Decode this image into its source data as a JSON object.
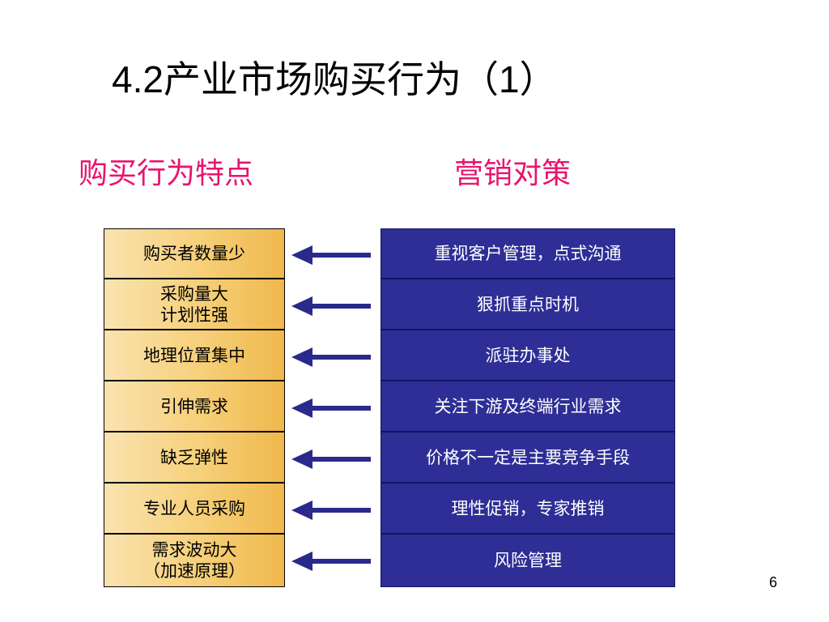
{
  "slide": {
    "title": "4.2产业市场购买行为（1）",
    "left_heading": "购买行为特点",
    "right_heading": "营销对策",
    "page_number": "6"
  },
  "rows": [
    {
      "feature": "购买者数量少",
      "strategy": "重视客户管理，点式沟通"
    },
    {
      "feature": "采购量大\n计划性强",
      "strategy": "狠抓重点时机"
    },
    {
      "feature": "地理位置集中",
      "strategy": "派驻办事处"
    },
    {
      "feature": "引伸需求",
      "strategy": "关注下游及终端行业需求"
    },
    {
      "feature": "缺乏弹性",
      "strategy": "价格不一定是主要竞争手段"
    },
    {
      "feature": "专业人员采购",
      "strategy": "理性促销，专家推销"
    },
    {
      "feature": "需求波动大\n（加速原理）",
      "strategy": "风险管理"
    }
  ],
  "colors": {
    "heading": "#e8146e",
    "strategy_box": "#2e2e96",
    "feature_box": "#f6cf78",
    "arrow": "#2a2a8c"
  },
  "icons": {
    "arrow": "arrow-left-icon"
  }
}
